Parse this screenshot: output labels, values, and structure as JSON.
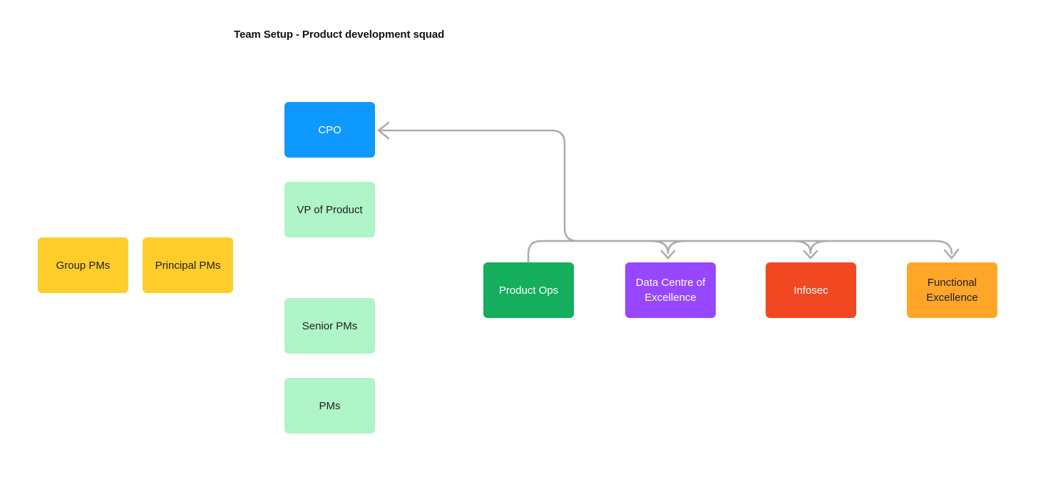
{
  "title": "Team Setup - Product development squad",
  "connector": {
    "color": "#ABABAB",
    "links": [
      {
        "between": [
          "product-ops",
          "cpo"
        ],
        "arrowhead_at": "cpo"
      },
      {
        "between": [
          "product-ops",
          "data-centre-of-excellence"
        ],
        "arrowhead_at": "data-centre-of-excellence"
      },
      {
        "between": [
          "product-ops",
          "infosec"
        ],
        "arrowhead_at": "infosec"
      },
      {
        "between": [
          "product-ops",
          "functional-excellence"
        ],
        "arrowhead_at": "functional-excellence"
      }
    ]
  },
  "nodes": [
    {
      "id": "cpo",
      "label": "CPO",
      "bg": "#0D99FF",
      "fg": "#FFFFFF"
    },
    {
      "id": "vp-of-product",
      "label": "VP of Product",
      "bg": "#AFF4C6",
      "fg": "#1E1E1E"
    },
    {
      "id": "group-pms",
      "label": "Group PMs",
      "bg": "#FFCD29",
      "fg": "#1E1E1E"
    },
    {
      "id": "principal-pms",
      "label": "Principal PMs",
      "bg": "#FFCD29",
      "fg": "#1E1E1E"
    },
    {
      "id": "senior-pms",
      "label": "Senior PMs",
      "bg": "#AFF4C6",
      "fg": "#1E1E1E"
    },
    {
      "id": "pms",
      "label": "PMs",
      "bg": "#AFF4C6",
      "fg": "#1E1E1E"
    },
    {
      "id": "product-ops",
      "label": "Product Ops",
      "bg": "#14AE5C",
      "fg": "#FFFFFF"
    },
    {
      "id": "data-centre-of-excellence",
      "label": "Data Centre of Excellence",
      "bg": "#9747FF",
      "fg": "#FFFFFF"
    },
    {
      "id": "infosec",
      "label": "Infosec",
      "bg": "#F24822",
      "fg": "#FFFFFF"
    },
    {
      "id": "functional-excellence",
      "label": "Functional Excellence",
      "bg": "#FFA629",
      "fg": "#1E1E1E"
    }
  ]
}
